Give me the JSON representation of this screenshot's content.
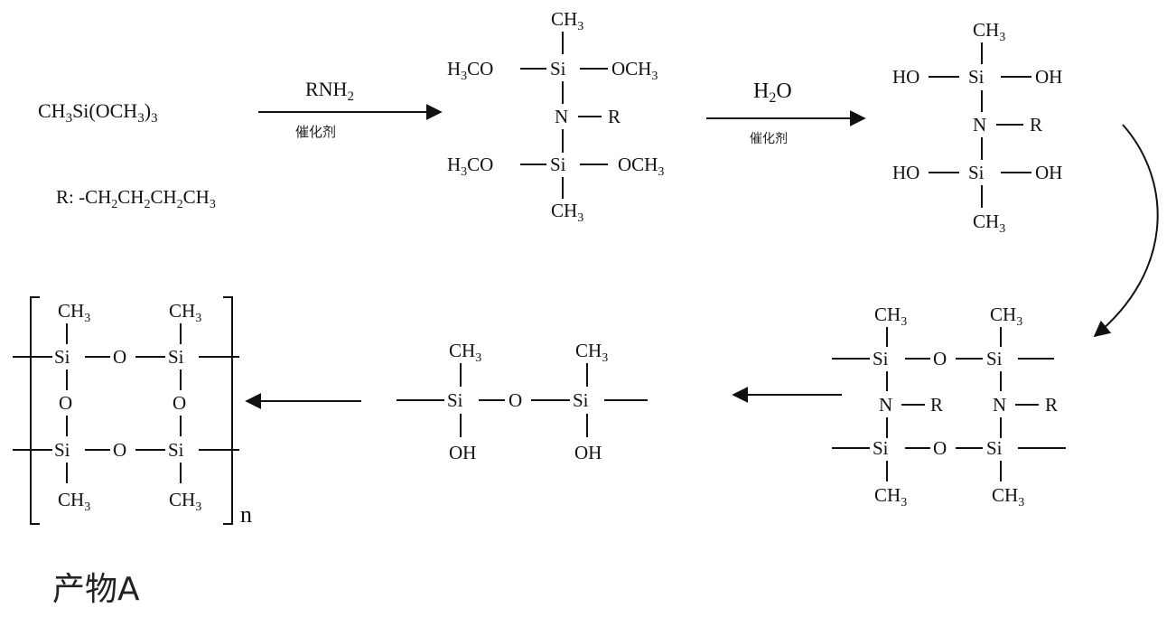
{
  "reactant": {
    "base": "CH",
    "sub3": "3",
    "mid": "Si(OCH",
    "sub3b": "3",
    "close": ")",
    "sub3c": "3"
  },
  "r_definition": {
    "text": "R: -CH",
    "sub2": "2",
    "p2": "CH",
    "sub2b": "2",
    "p3": "CH",
    "sub2c": "2",
    "p4": "CH",
    "sub3": "3"
  },
  "step1": {
    "reagent_main": "RNH",
    "reagent_sub": "2",
    "catalyst": "催化剂"
  },
  "step2": {
    "reagent_main": "H",
    "reagent_sub": "2",
    "reagent_tail": "O",
    "catalyst": "催化剂"
  },
  "atoms": {
    "si": "Si",
    "n": "N",
    "o": "O",
    "r": "R",
    "ho": "HO",
    "oh": "OH",
    "ch": "CH",
    "sub3": "3",
    "h3co_h": "H",
    "h3co_tail": "CO",
    "och": "OCH"
  },
  "polymer_subscript": "n",
  "product_label": "产物A"
}
